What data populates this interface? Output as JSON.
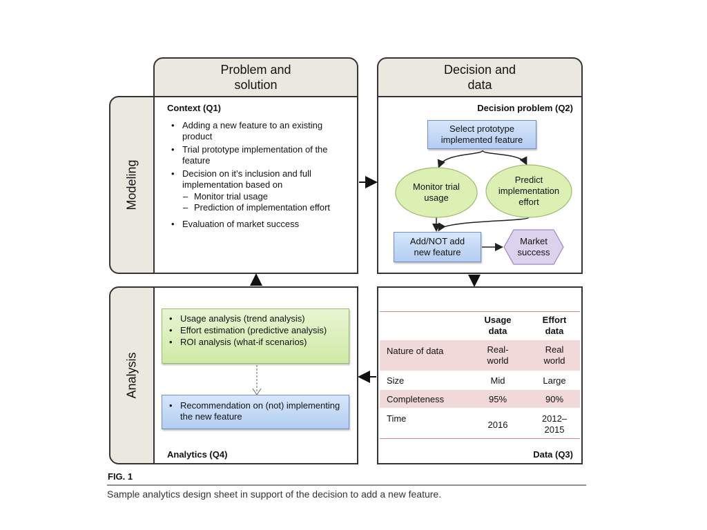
{
  "columns": {
    "left": "Problem and\nsolution",
    "right": "Decision and\ndata"
  },
  "rows": {
    "top": "Modeling",
    "bottom": "Analysis"
  },
  "q1": {
    "title": "Context (Q1)",
    "bullets": [
      "Adding a new feature to an existing product",
      "Trial prototype implementation of the feature",
      "Decision on it’s inclusion and full implementation based on"
    ],
    "sub_bullets": [
      "Monitor trial usage",
      "Prediction of implementation effort"
    ],
    "last_bullet": "Evaluation of market success"
  },
  "q2": {
    "title": "Decision problem (Q2)",
    "select_box": "Select prototype\nimplemented feature",
    "monitor": "Monitor trial\nusage",
    "predict": "Predict\nimplementation\neffort",
    "add_box": "Add/NOT add\nnew feature",
    "market": "Market\nsuccess"
  },
  "q3": {
    "title": "Data (Q3)",
    "headers": [
      "Usage\ndata",
      "Effort\ndata"
    ],
    "rows": [
      {
        "label": "Nature of data",
        "usage": "Real-\nworld",
        "effort": "Real\nworld"
      },
      {
        "label": "Size",
        "usage": "Mid",
        "effort": "Large"
      },
      {
        "label": "Completeness",
        "usage": "95%",
        "effort": "90%"
      },
      {
        "label": "Time",
        "usage": "2016",
        "effort": "2012–\n2015"
      }
    ]
  },
  "q4": {
    "title": "Analytics (Q4)",
    "analysis_items": [
      "Usage analysis (trend analysis)",
      "Effort estimation (predictive analysis)",
      "ROI analysis (what-if scenarios)"
    ],
    "recommendation": "Recommendation on (not) implementing the new feature"
  },
  "caption": {
    "fig": "FIG. 1",
    "text": "Sample analytics design sheet in support of the decision to add a new feature."
  },
  "colors": {
    "header_fill": "#ebe9df",
    "blue_box": "#c6daf6",
    "green_box": "#d9eebb",
    "ellipse_green": "#dcf0b4",
    "hexagon_purple": "#ddd2ee",
    "table_shade": "#f2d9d9",
    "table_rule": "#d08a8a"
  }
}
